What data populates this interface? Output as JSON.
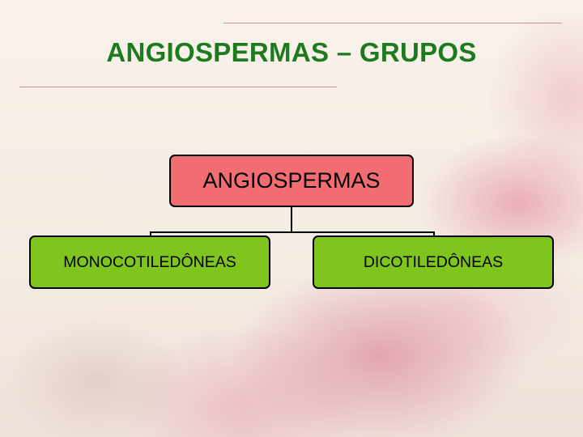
{
  "slide": {
    "title": "ANGIOSPERMAS – GRUPOS"
  },
  "diagram": {
    "root": {
      "label": "ANGIOSPERMAS",
      "color": "#f26d71"
    },
    "children": [
      {
        "label": "MONOCOTILEDÔNEAS",
        "color": "#80c41e"
      },
      {
        "label": "DICOTILEDÔNEAS",
        "color": "#80c41e"
      }
    ]
  },
  "colors": {
    "title": "#1e7a1e",
    "rules": "#d98aa8"
  }
}
